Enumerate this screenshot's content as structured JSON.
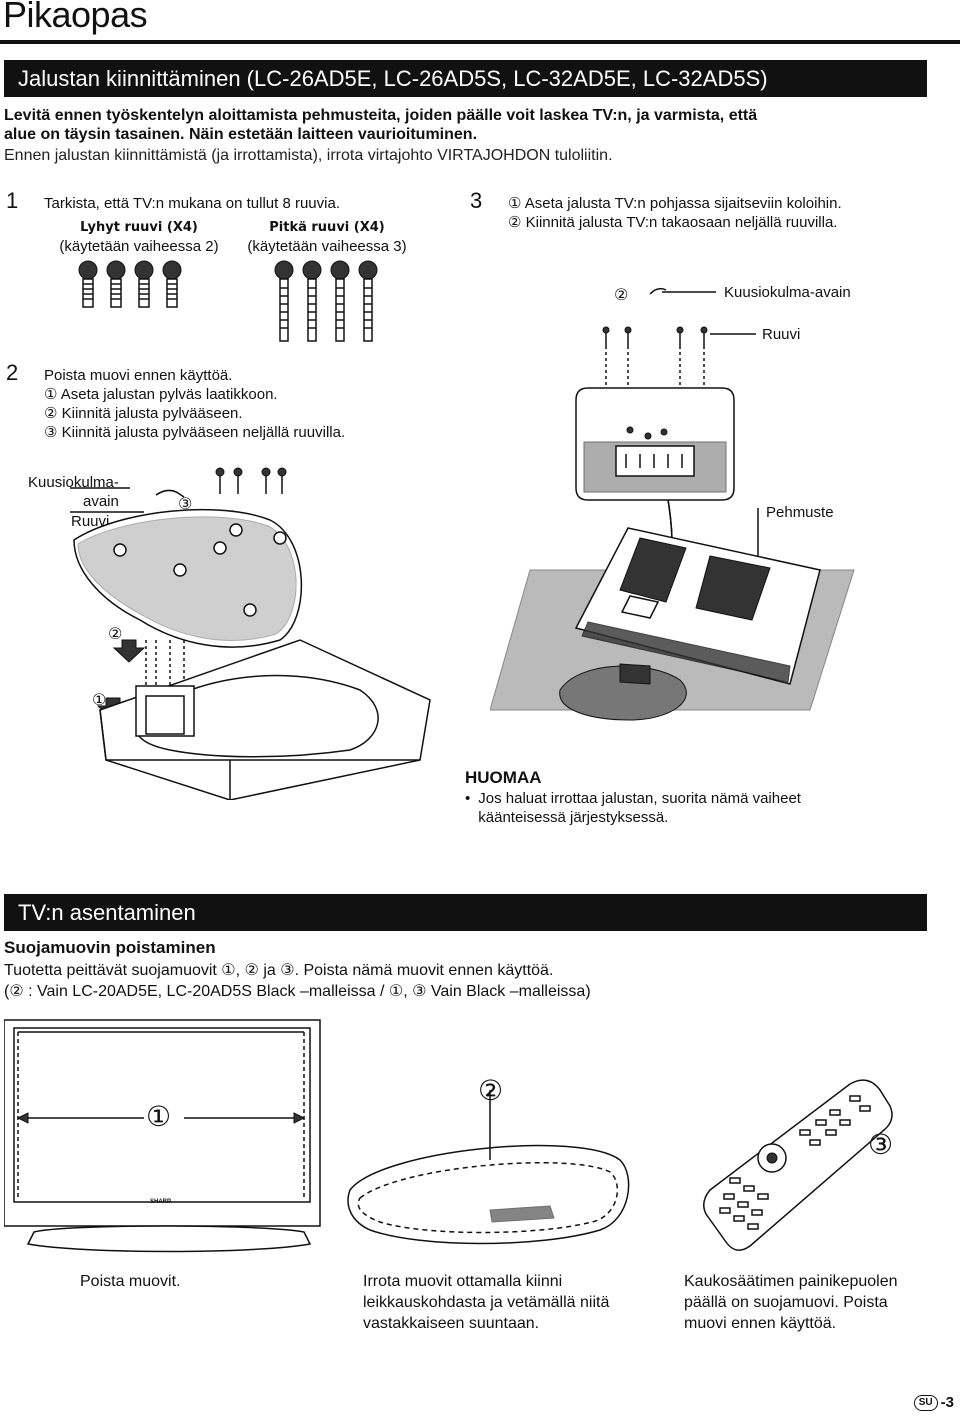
{
  "page": {
    "title": "Pikaopas",
    "page_label": "-3",
    "lang_badge": "SU"
  },
  "stand": {
    "heading": "Jalustan kiinnittäminen (LC-26AD5E, LC-26AD5S, LC-32AD5E, LC-32AD5S)",
    "warning_line1": "Levitä ennen työskentelyn aloittamista pehmusteita, joiden päälle voit laskea TV:n, ja varmista, että",
    "warning_line2": "alue on täysin tasainen. Näin estetään laitteen vaurioituminen.",
    "intro": "Ennen jalustan kiinnittämistä (ja irrottamista), irrota virtajohto VIRTAJOHDON tuloliitin.",
    "step1": {
      "num": "1",
      "text": "Tarkista, että TV:n mukana on tullut 8 ruuvia.",
      "short_label": "Lyhyt ruuvi (X4)",
      "short_sub": "(käytetään vaiheessa 2)",
      "long_label": "Pitkä ruuvi (X4)",
      "long_sub": "(käytetään vaiheessa 3)"
    },
    "step2": {
      "num": "2",
      "text": "Poista muovi ennen käyttöä.",
      "items": [
        "① Aseta jalustan pylväs laatikkoon.",
        "② Kiinnitä jalusta pylvääseen.",
        "③ Kiinnitä jalusta pylvääseen neljällä ruuvilla."
      ],
      "label_hex_key_a": "Kuusiokulma-",
      "label_hex_key_b": "avain",
      "label_screw": "Ruuvi",
      "c1": "①",
      "c2": "②",
      "c3": "③"
    },
    "step3": {
      "num": "3",
      "items": [
        "① Aseta jalusta TV:n pohjassa sijaitseviin koloihin.",
        "② Kiinnitä jalusta TV:n takaosaan neljällä ruuvilla."
      ],
      "label_hex_key": "Kuusiokulma-avain",
      "label_screw": "Ruuvi",
      "label_cushion": "Pehmuste",
      "c2": "②"
    },
    "note": {
      "title": "HUOMAA",
      "bullet": "•",
      "text": "Jos haluat irrottaa jalustan, suorita nämä vaiheet käänteisessä järjestyksessä."
    }
  },
  "install": {
    "heading": "TV:n asentaminen",
    "sub_heading": "Suojamuovin poistaminen",
    "line1": "Tuotetta peittävät suojamuovit ①, ② ja ③. Poista nämä muovit ennen käyttöä.",
    "line2": "(② : Vain LC-20AD5E, LC-20AD5S Black –malleissa / ①, ③ Vain Black –malleissa)",
    "c1": "①",
    "c2": "②",
    "c3": "③",
    "tv_brand": "SHARP",
    "captions": {
      "tv": "Poista muovit.",
      "stand": "Irrota muovit ottamalla kiinni leikkauskohdasta ja vetämällä niitä vastakkaiseen suuntaan.",
      "remote": "Kaukosäätimen painikepuolen päällä on suojamuovi. Poista muovi ennen käyttöä."
    }
  }
}
